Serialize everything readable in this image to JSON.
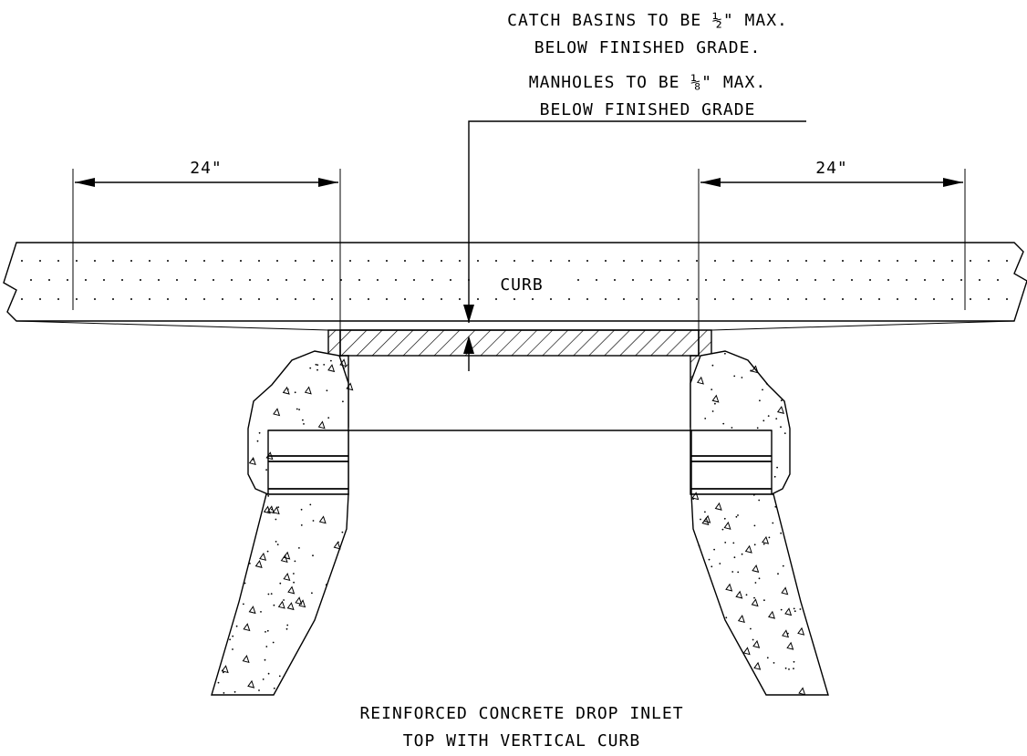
{
  "note_catch_basins": [
    "CATCH BASINS TO BE ½\" MAX.",
    "BELOW FINISHED GRADE."
  ],
  "note_manholes": [
    "MANHOLES TO BE ⅛\" MAX.",
    "BELOW FINISHED GRADE"
  ],
  "dimensions": {
    "left": "24\"",
    "right": "24\""
  },
  "curb_label": "CURB",
  "title": [
    "REINFORCED CONCRETE DROP INLET",
    "TOP WITH VERTICAL CURB"
  ]
}
